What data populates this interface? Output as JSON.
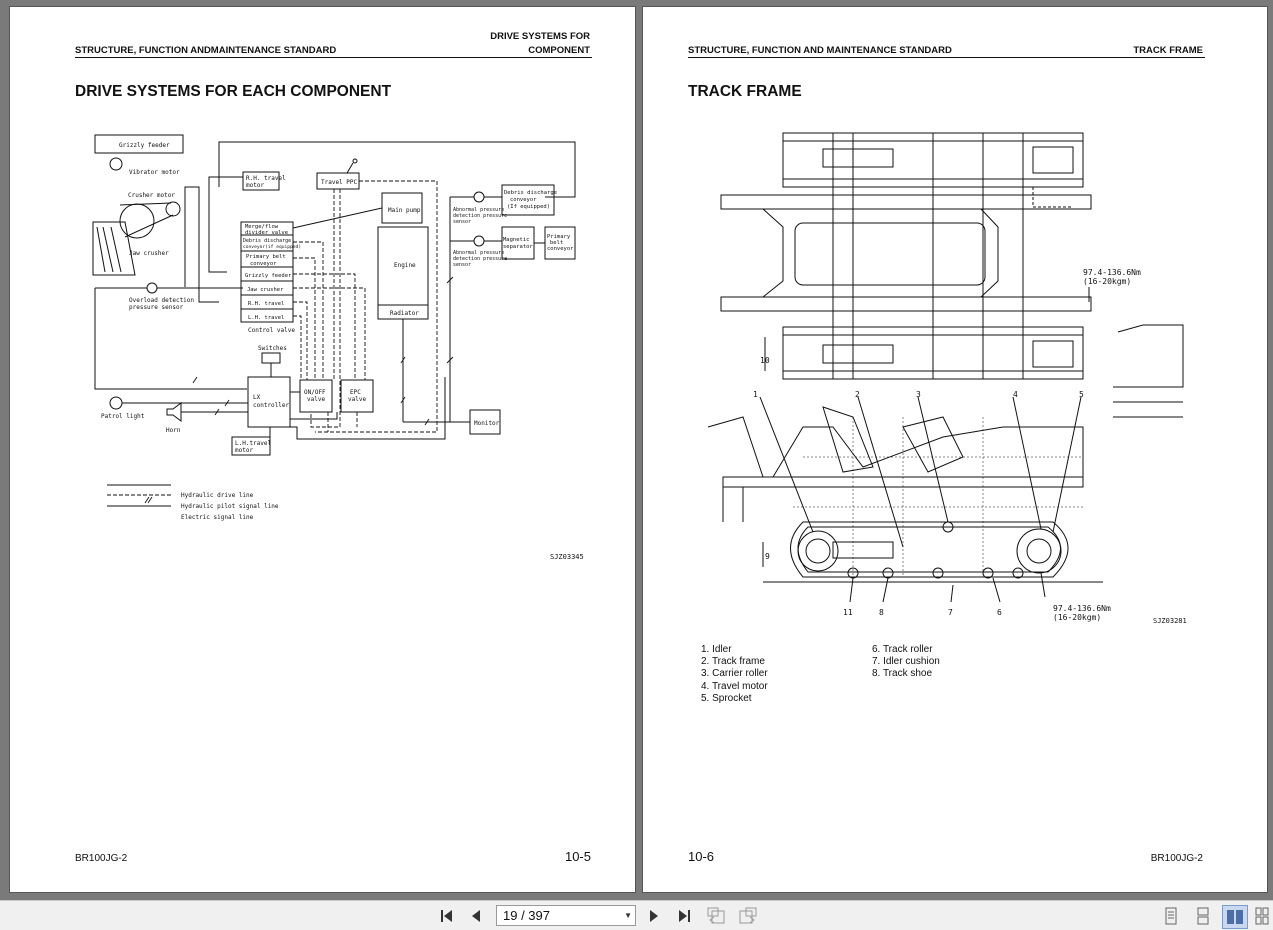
{
  "left_page": {
    "header_left": "STRUCTURE, FUNCTION ANDMAINTENANCE STANDARD",
    "header_right_line1": "DRIVE SYSTEMS FOR",
    "header_right_line2": "COMPONENT",
    "title": "DRIVE SYSTEMS FOR EACH COMPONENT",
    "footer_model": "BR100JG-2",
    "page_number": "10-5",
    "diagram": {
      "labels": {
        "grizzly_feeder": "Grizzly feeder",
        "vibrator_motor": "Vibrator motor",
        "crusher_motor": "Crusher motor",
        "jaw_crusher": "Jaw crusher",
        "overload_sensor_1": "Overload detection",
        "overload_sensor_2": "pressure sensor",
        "rh_travel_motor_1": "R.H. travel",
        "rh_travel_motor_2": "motor",
        "travel_ppc": "Travel PPC",
        "main_pump": "Main pump",
        "engine": "Engine",
        "radiator": "Radiator",
        "cv_merge": "Merge/flow",
        "cv_merge2": "divider valve",
        "cv_debris": "Debris discharge",
        "cv_debris2": "conveyor(if equipped)",
        "cv_primary": "Primary belt",
        "cv_primary2": "conveyor",
        "cv_grizzly": "Grizzly feeder",
        "cv_jaw": "Jaw crusher",
        "cv_rh": "R.H. travel",
        "cv_lh": "L.H. travel",
        "control_valve": "Control valve",
        "abn1_1": "Abnormal pressure",
        "abn1_2": "detection pressure",
        "abn1_3": "sensor",
        "abn2_1": "Abnormal pressure",
        "abn2_2": "detection pressure",
        "abn2_3": "sensor",
        "debris_conv_1": "Debris discharge",
        "debris_conv_2": "conveyor",
        "debris_conv_3": "(If equipped)",
        "magnetic_1": "Magnetic",
        "magnetic_2": "separator",
        "primary_belt_1": "Primary",
        "primary_belt_2": "belt",
        "primary_belt_3": "conveyor",
        "switches": "Switches",
        "lx_1": "LX",
        "lx_2": "controller",
        "onoff_1": "ON/OFF",
        "onoff_2": "valve",
        "epc_1": "EPC",
        "epc_2": "valve",
        "patrol_light": "Patrol light",
        "horn": "Horn",
        "lh_travel_motor_1": "L.H.travel",
        "lh_travel_motor_2": "motor",
        "monitor": "Monitor",
        "legend_hyd_drive": "Hydraulic drive line",
        "legend_hyd_pilot": "Hydraulic pilot signal line",
        "legend_electric": "Electric signal line",
        "code": "SJZ03345"
      }
    }
  },
  "right_page": {
    "header_left": "STRUCTURE, FUNCTION AND MAINTENANCE STANDARD",
    "header_right": "TRACK FRAME",
    "title": "TRACK FRAME",
    "footer_model": "BR100JG-2",
    "page_number": "10-6",
    "drawing": {
      "torque_1a": "97.4-136.6Nm",
      "torque_1b": "(16-20kgm)",
      "torque_2a": "97.4-136.6Nm",
      "torque_2b": "(16-20kgm)",
      "dim_10": "10",
      "dim_9": "9",
      "callouts_top": [
        "1",
        "2",
        "3",
        "4",
        "5"
      ],
      "callouts_bottom": [
        "11",
        "8",
        "7",
        "6"
      ],
      "code": "SJZ03281"
    },
    "parts_col1": [
      "1. Idler",
      "2. Track frame",
      "3. Carrier roller",
      "4. Travel motor",
      "5. Sprocket"
    ],
    "parts_col2": [
      "6. Track roller",
      "7. Idler cushion",
      "8. Track shoe"
    ]
  },
  "toolbar": {
    "page_indicator": "19 / 397",
    "buttons": [
      "first-page",
      "previous-page",
      "next-page",
      "last-page",
      "go-back",
      "go-forward",
      "single-page-view",
      "continuous-view",
      "two-page-view",
      "two-page-continuous-view"
    ]
  }
}
